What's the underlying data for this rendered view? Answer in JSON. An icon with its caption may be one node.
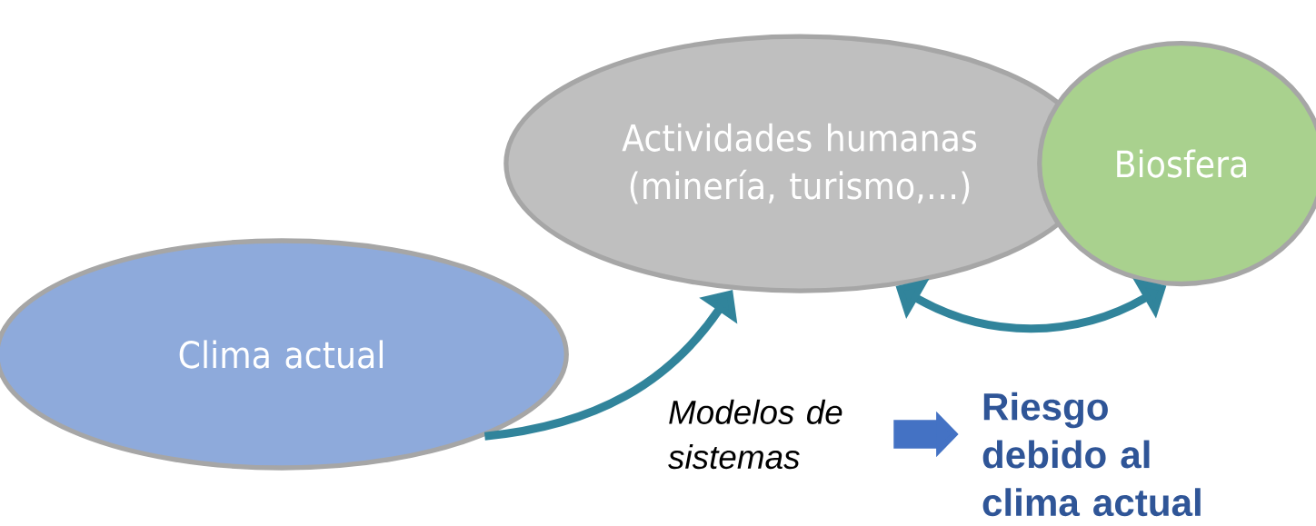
{
  "diagram": {
    "nodes": [
      {
        "text": [
          "Clima actual"
        ]
      },
      {
        "text": [
          "Actividades humanas (minería, turismo,…)"
        ]
      },
      {
        "text": [
          "Biosfera"
        ]
      },
      {
        "text": [
          "Modelos de sistemas"
        ]
      },
      {
        "text": [
          "Riesgo debido al clima actual"
        ]
      }
    ],
    "edges": [
      {
        "from": 0,
        "to": 1,
        "arrow": "to"
      },
      {
        "from": 1,
        "to": 2,
        "arrow": "both"
      },
      {
        "from": 3,
        "to": 4,
        "arrow": "to",
        "style": "thick",
        "color": "#4472c4"
      }
    ]
  }
}
